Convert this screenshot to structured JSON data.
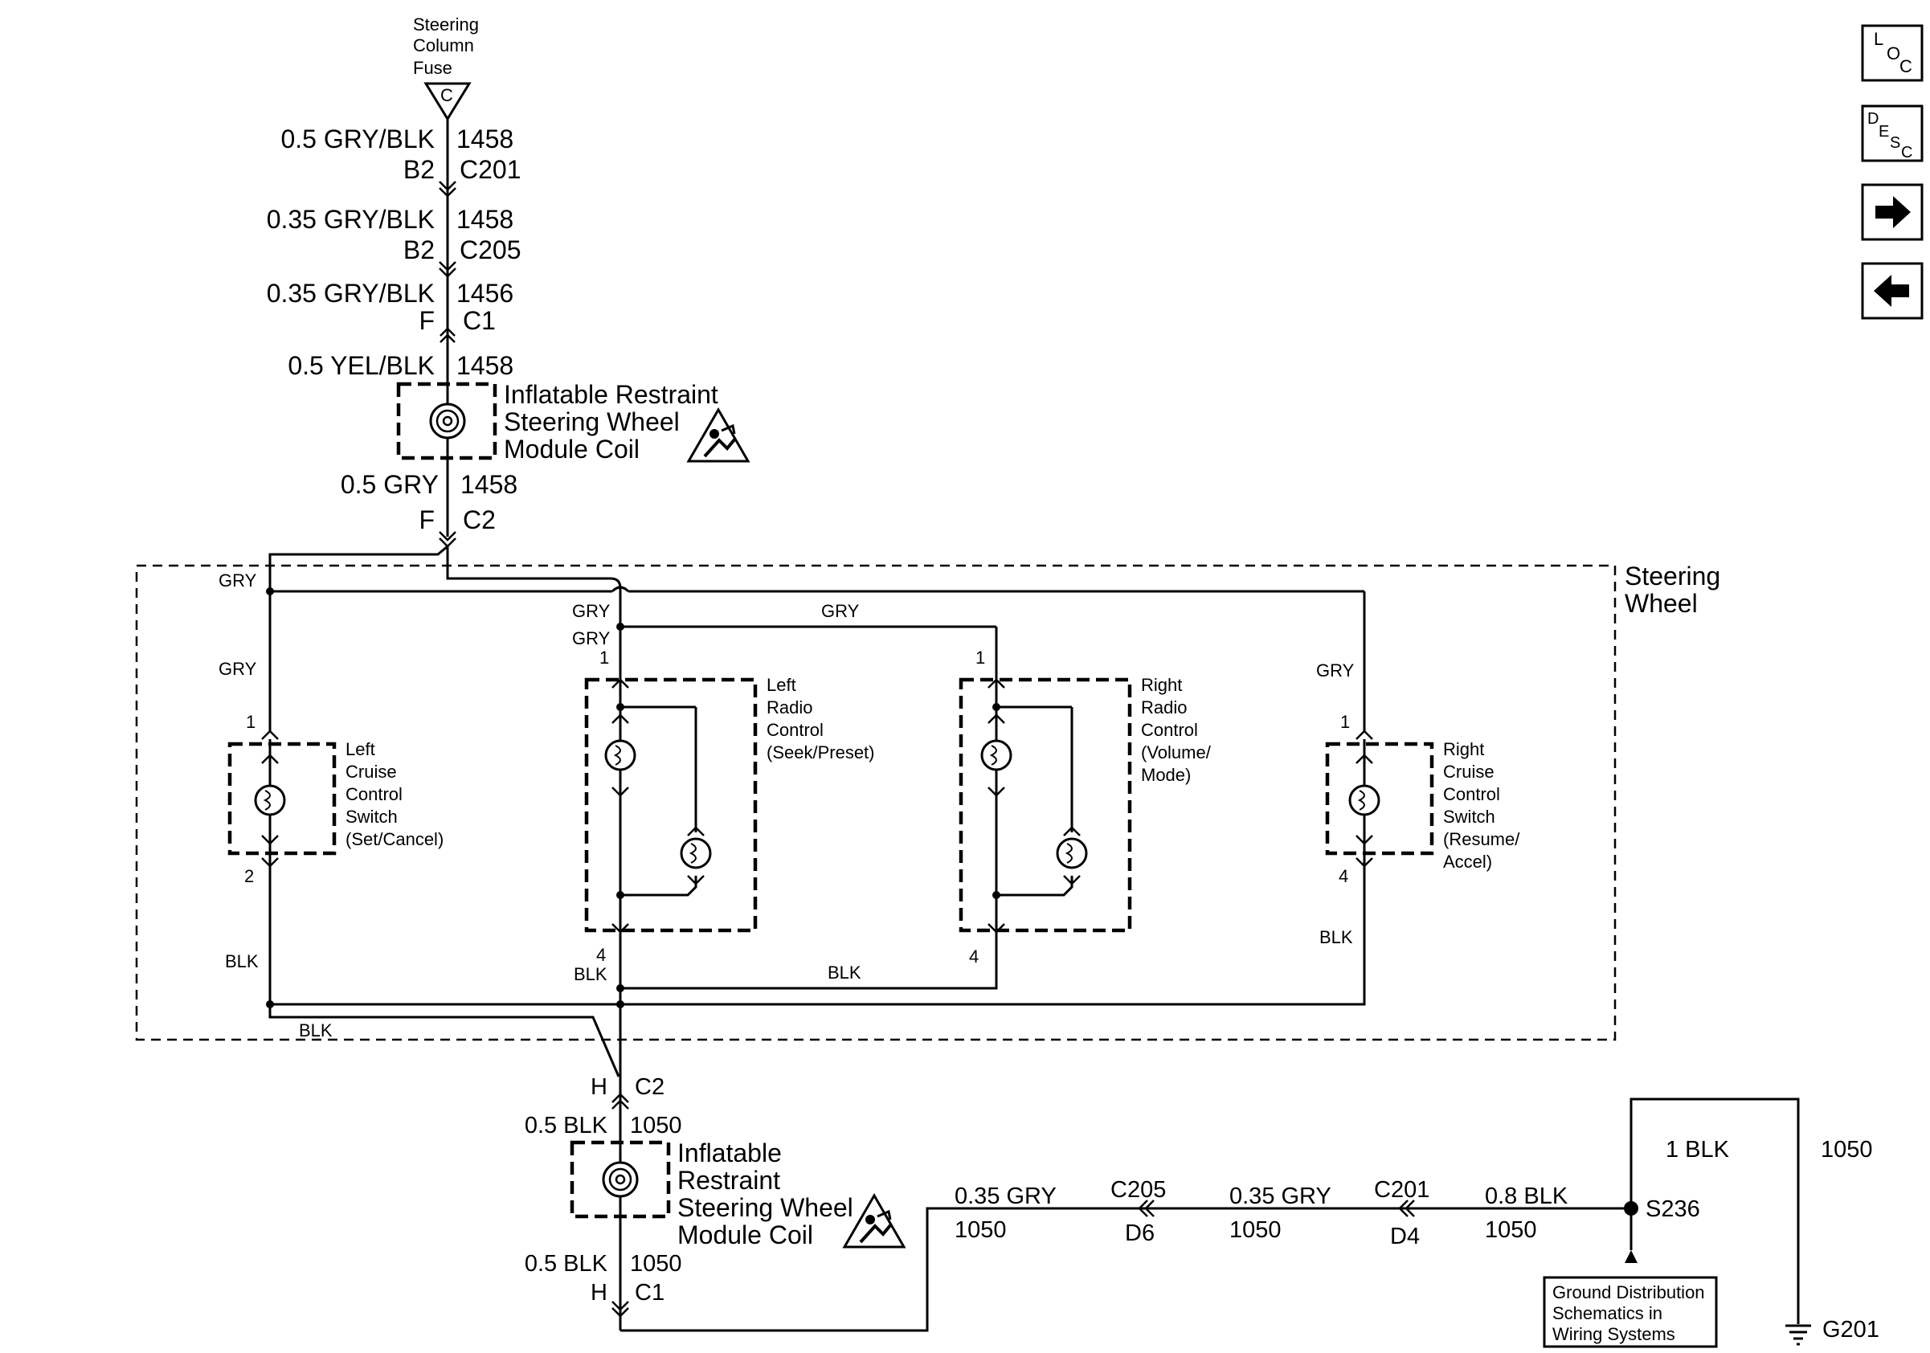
{
  "fuse": {
    "l1": "Steering",
    "l2": "Column",
    "l3": "Fuse",
    "letter": "C"
  },
  "top_wires": [
    {
      "label": "0.5 GRY/BLK",
      "circuit": "1458",
      "pin": "B2",
      "connector": "C201"
    },
    {
      "label": "0.35 GRY/BLK",
      "circuit": "1458",
      "pin": "B2",
      "connector": "C205"
    },
    {
      "label": "0.35 GRY/BLK",
      "circuit": "1456",
      "pin": "F",
      "connector": "C1"
    },
    {
      "label": "0.5 YEL/BLK",
      "circuit": "1458"
    },
    {
      "label": "0.5 GRY",
      "circuit": "1458",
      "pin": "F",
      "connector": "C2"
    }
  ],
  "coil_top": {
    "l1": "Inflatable Restraint",
    "l2": "Steering Wheel",
    "l3": "Module Coil"
  },
  "steering_wheel": {
    "l1": "Steering",
    "l2": "Wheel"
  },
  "wheel_wires": {
    "gry": "GRY",
    "blk": "BLK"
  },
  "pins": {
    "p1": "1",
    "p2": "2",
    "p4": "4"
  },
  "left_cruise": {
    "l1": "Left",
    "l2": "Cruise",
    "l3": "Control",
    "l4": "Switch",
    "l5": "(Set/Cancel)"
  },
  "left_radio": {
    "l1": "Left",
    "l2": "Radio",
    "l3": "Control",
    "l4": "(Seek/Preset)"
  },
  "right_radio": {
    "l1": "Right",
    "l2": "Radio",
    "l3": "Control",
    "l4": "(Volume/",
    "l5": "Mode)"
  },
  "right_cruise": {
    "l1": "Right",
    "l2": "Cruise",
    "l3": "Control",
    "l4": "Switch",
    "l5": "(Resume/",
    "l6": "Accel)"
  },
  "bottom_c2": {
    "pin": "H",
    "connector": "C2"
  },
  "bottom_wire1": {
    "label": "0.5 BLK",
    "circuit": "1050"
  },
  "coil_bottom": {
    "l1": "Inflatable",
    "l2": "Restraint",
    "l3": "Steering Wheel",
    "l4": "Module Coil"
  },
  "bottom_wire2": {
    "label": "0.5 BLK",
    "circuit": "1050"
  },
  "bottom_c1": {
    "pin": "H",
    "connector": "C1"
  },
  "ground_run": [
    {
      "label": "0.35 GRY",
      "circuit": "1050"
    },
    {
      "connector": "C205",
      "pin": "D6"
    },
    {
      "label": "0.35 GRY",
      "circuit": "1050"
    },
    {
      "connector": "C201",
      "pin": "D4"
    },
    {
      "label": "0.8 BLK",
      "circuit": "1050"
    }
  ],
  "splice": "S236",
  "ground_wire": {
    "label": "1 BLK",
    "circuit": "1050"
  },
  "ground": "G201",
  "ground_box": {
    "l1": "Ground Distribution",
    "l2": "Schematics in",
    "l3": "Wiring Systems"
  },
  "nav": {
    "loc": {
      "a": "L",
      "b": "O",
      "c": "C"
    },
    "desc": {
      "a": "D",
      "b": "E",
      "c": "S",
      "d": "C"
    }
  }
}
